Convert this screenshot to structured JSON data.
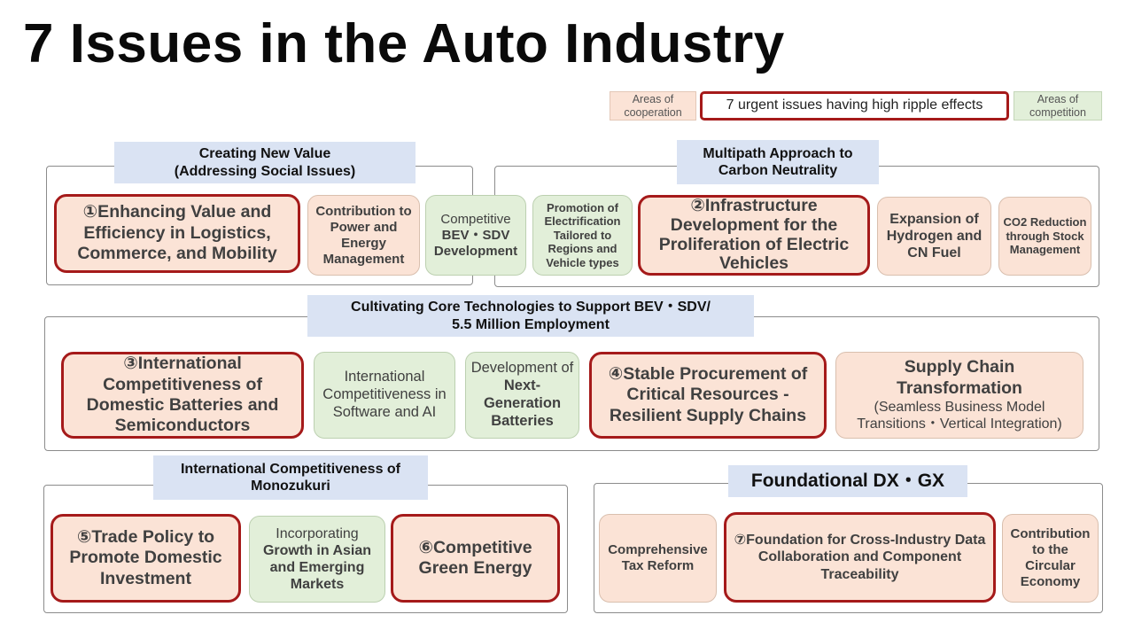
{
  "title": "7 Issues in the Auto Industry",
  "legend": {
    "cooperation": "Areas of cooperation",
    "urgent": "7 urgent issues having high ripple effects",
    "competition": "Areas of competition"
  },
  "groups": {
    "new_value": {
      "label_line1": "Creating New Value",
      "label_line2": "(Addressing Social Issues)"
    },
    "multipath": {
      "label_line1": "Multipath Approach to",
      "label_line2": "Carbon Neutrality"
    },
    "core_tech": {
      "label_line1": "Cultivating Core Technologies to Support BEV・SDV/",
      "label_line2": "5.5 Million Employment"
    },
    "monozukuri": {
      "label_line1": "International Competitiveness of",
      "label_line2": "Monozukuri"
    },
    "dxgx": {
      "label": "Foundational DX・GX"
    }
  },
  "boxes": {
    "issue1": "①Enhancing Value and Efficiency in Logistics, Commerce, and Mobility",
    "power_energy": "Contribution to Power and Energy Management",
    "bev_sdv_pre": "Competitive",
    "bev_sdv_bold": "BEV・SDV Development",
    "electrification": "Promotion of Electrification Tailored to Regions and Vehicle types",
    "issue2": "②Infrastructure Development for the Proliferation of Electric Vehicles",
    "hydrogen": "Expansion of Hydrogen and CN Fuel",
    "co2": "CO2 Reduction through Stock Management",
    "issue3": "③International Competitiveness of Domestic Batteries and Semiconductors",
    "software_ai": "International Competitiveness in Software and AI",
    "batteries_pre": "Development of",
    "batteries_bold": "Next-Generation Batteries",
    "issue4": "④Stable Procurement of Critical Resources - Resilient Supply Chains",
    "supply_chain_title": "Supply Chain Transformation",
    "supply_chain_sub": "(Seamless Business Model Transitions・Vertical Integration)",
    "issue5": "⑤Trade Policy to Promote Domestic Investment",
    "growth_pre": "Incorporating",
    "growth_bold": "Growth in Asian and Emerging Markets",
    "issue6": "⑥Competitive Green Energy",
    "tax": "Comprehensive Tax Reform",
    "issue7": "⑦Foundation for Cross-Industry Data Collaboration and Component Traceability",
    "circular": "Contribution to the Circular Economy"
  },
  "colors": {
    "cooperation": "#fbe3d6",
    "competition": "#e2efd9",
    "urgent_border": "#a51a1a",
    "group_label": "#dae3f3"
  }
}
